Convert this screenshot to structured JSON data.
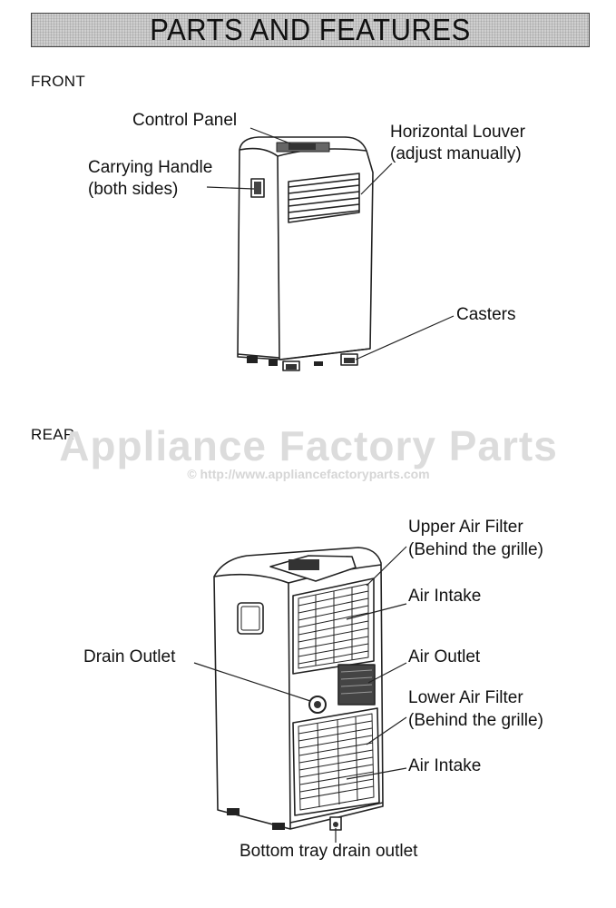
{
  "title": "PARTS AND FEATURES",
  "front": {
    "label": "FRONT",
    "callouts": {
      "control_panel": "Control Panel",
      "louver_1": "Horizontal Louver",
      "louver_2": "(adjust manually)",
      "handle_1": "Carrying Handle",
      "handle_2": "(both sides)",
      "casters": "Casters"
    }
  },
  "rear": {
    "label": "REAR",
    "callouts": {
      "upper_filter_1": "Upper Air Filter",
      "upper_filter_2": "(Behind the grille)",
      "air_intake_upper": "Air Intake",
      "drain_outlet": "Drain Outlet",
      "air_outlet": "Air Outlet",
      "lower_filter_1": "Lower Air Filter",
      "lower_filter_2": "(Behind the grille)",
      "air_intake_lower": "Air Intake",
      "bottom_tray": "Bottom tray drain outlet"
    }
  },
  "watermark": {
    "text": "Appliance Factory Parts",
    "url": "© http://www.appliancefactoryparts.com"
  }
}
